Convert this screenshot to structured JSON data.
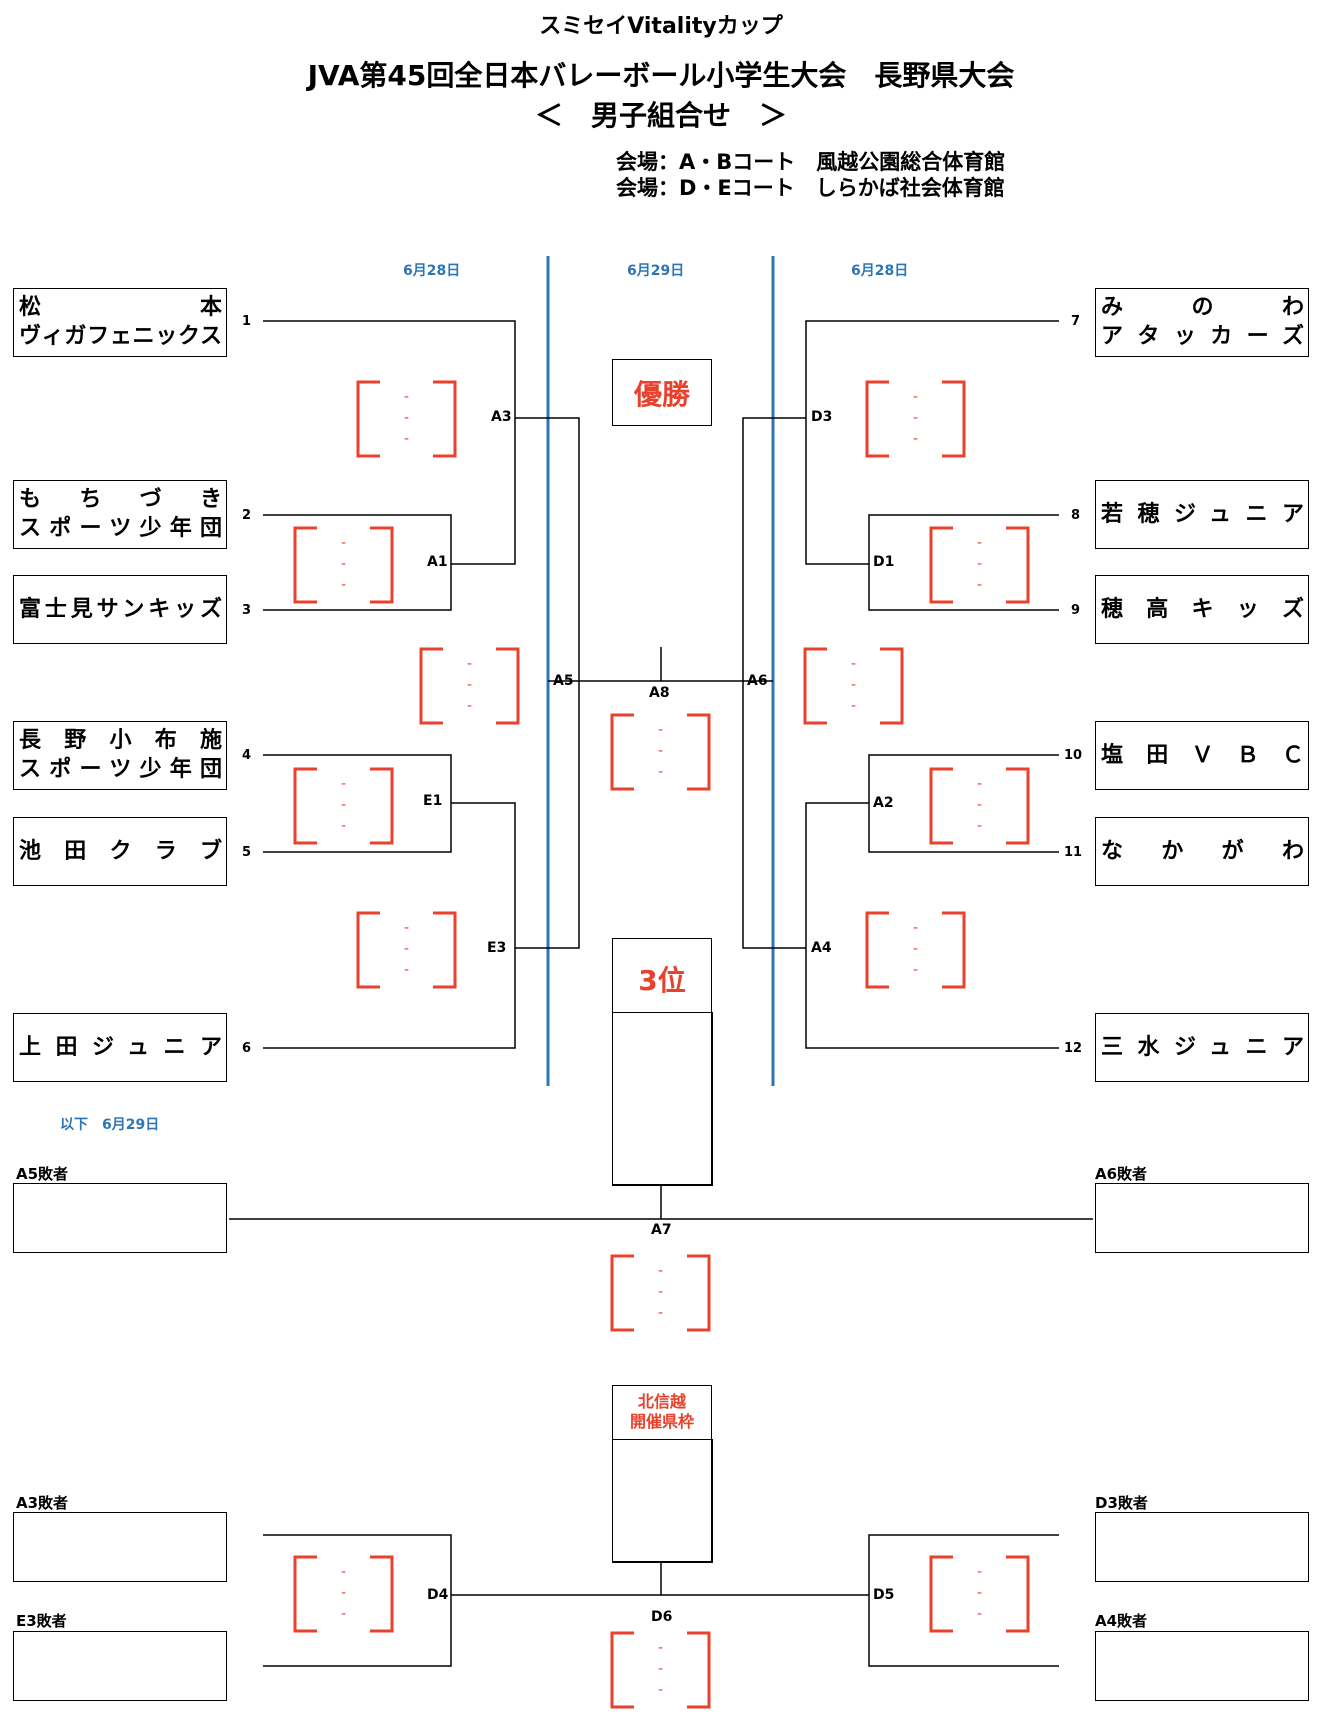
{
  "header": {
    "sponsor_title": "スミセイVitalityカップ",
    "event_title": "JVA第45回全日本バレーボール小学生大会　長野県大会",
    "division": "＜　男子組合せ　＞",
    "venues": [
      "会場：A・Bコート　風越公園総合体育館",
      "会場：D・Eコート　しらかば社会体育館"
    ]
  },
  "dates": {
    "left": "6月28日",
    "center": "6月29日",
    "right": "6月28日",
    "below": "以下　6月29日"
  },
  "teams": [
    {
      "seed": "1",
      "lines": [
        "松本",
        "ヴィガフェニックス"
      ]
    },
    {
      "seed": "2",
      "lines": [
        "もちづき",
        "スポーツ少年団"
      ]
    },
    {
      "seed": "3",
      "lines": [
        "富士見サンキッズ"
      ]
    },
    {
      "seed": "4",
      "lines": [
        "長野小布施",
        "スポーツ少年団"
      ]
    },
    {
      "seed": "5",
      "lines": [
        "池田クラブ"
      ]
    },
    {
      "seed": "6",
      "lines": [
        "上田ジュニア"
      ]
    },
    {
      "seed": "7",
      "lines": [
        "みのわ",
        "アタッカーズ"
      ]
    },
    {
      "seed": "8",
      "lines": [
        "若穂ジュニア"
      ]
    },
    {
      "seed": "9",
      "lines": [
        "穂高キッズ"
      ]
    },
    {
      "seed": "10",
      "lines": [
        "塩田ＶＢＣ"
      ]
    },
    {
      "seed": "11",
      "lines": [
        "なかがわ"
      ]
    },
    {
      "seed": "12",
      "lines": [
        "三水ジュニア"
      ]
    }
  ],
  "matches": {
    "A1": "A1",
    "A2": "A2",
    "A3": "A3",
    "A4": "A4",
    "A5": "A5",
    "A6": "A6",
    "A7": "A7",
    "A8": "A8",
    "D1": "D1",
    "D3": "D3",
    "D4": "D4",
    "D5": "D5",
    "D6": "D6",
    "E1": "E1",
    "E3": "E3"
  },
  "placeholders": {
    "a5_loser": "A5敗者",
    "a6_loser": "A6敗者",
    "a3_loser": "A3敗者",
    "e3_loser": "E3敗者",
    "d3_loser": "D3敗者",
    "a4_loser": "A4敗者"
  },
  "prizes": {
    "champion": "優勝",
    "third": "3位",
    "hokushinetsu": [
      "北信越",
      "開催県枠"
    ]
  },
  "score_placeholder": "-",
  "colors": {
    "accent": "#e8412c",
    "date_blue": "#2e75b6",
    "divider_blue": "#2e75b6",
    "line": "#000000"
  }
}
